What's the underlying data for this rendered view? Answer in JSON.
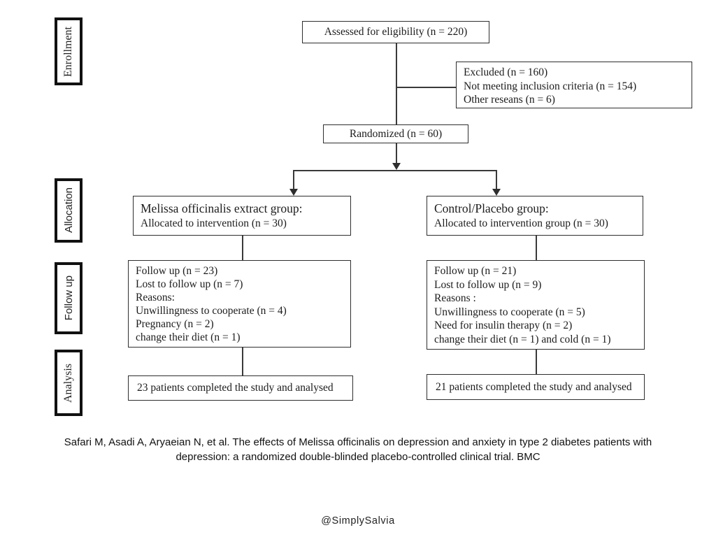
{
  "stages": [
    {
      "label": "Enrollment"
    },
    {
      "label": "Allocation"
    },
    {
      "label": "Follow up"
    },
    {
      "label": "Analysis"
    }
  ],
  "boxes": {
    "assessed": {
      "text": "Assessed for eligibility (n = 220)"
    },
    "excluded": {
      "lines": [
        "Excluded (n = 160)",
        "Not meeting inclusion criteria  (n = 154)",
        "Other reseans (n = 6)"
      ]
    },
    "randomized": {
      "text": "Randomized  (n = 60)"
    },
    "alloc_left": {
      "title": "Melissa officinalis extract group:",
      "line": "Allocated to intervention (n = 30)"
    },
    "alloc_right": {
      "title": "Control/Placebo group:",
      "line": "Allocated to intervention group (n = 30)"
    },
    "followup_left": {
      "lines": [
        "Follow up (n = 23)",
        "Lost to follow up (n = 7)",
        "Reasons:",
        "Unwillingness to cooperate (n = 4)",
        "Pregnancy (n = 2)",
        "change their diet (n = 1)"
      ]
    },
    "followup_right": {
      "lines": [
        "Follow up (n = 21)",
        "Lost to follow up (n = 9)",
        "Reasons :",
        "Unwillingness to cooperate (n = 5)",
        "Need for insulin therapy (n = 2)",
        "change their diet (n = 1) and cold (n = 1)"
      ]
    },
    "analysis_left": {
      "text": "23 patients completed the study and analysed"
    },
    "analysis_right": {
      "text": "21 patients completed the study and analysed"
    }
  },
  "caption": "Safari M, Asadi A, Aryaeian N, et al. The effects of Melissa officinalis on depression and anxiety in type 2 diabetes patients with depression: a randomized double-blinded placebo-controlled clinical trial. BMC",
  "footer": "@SimplySalvia",
  "colors": {
    "line": "#3a3a3a",
    "box_border": "#2e2e2e",
    "background": "#ffffff"
  }
}
